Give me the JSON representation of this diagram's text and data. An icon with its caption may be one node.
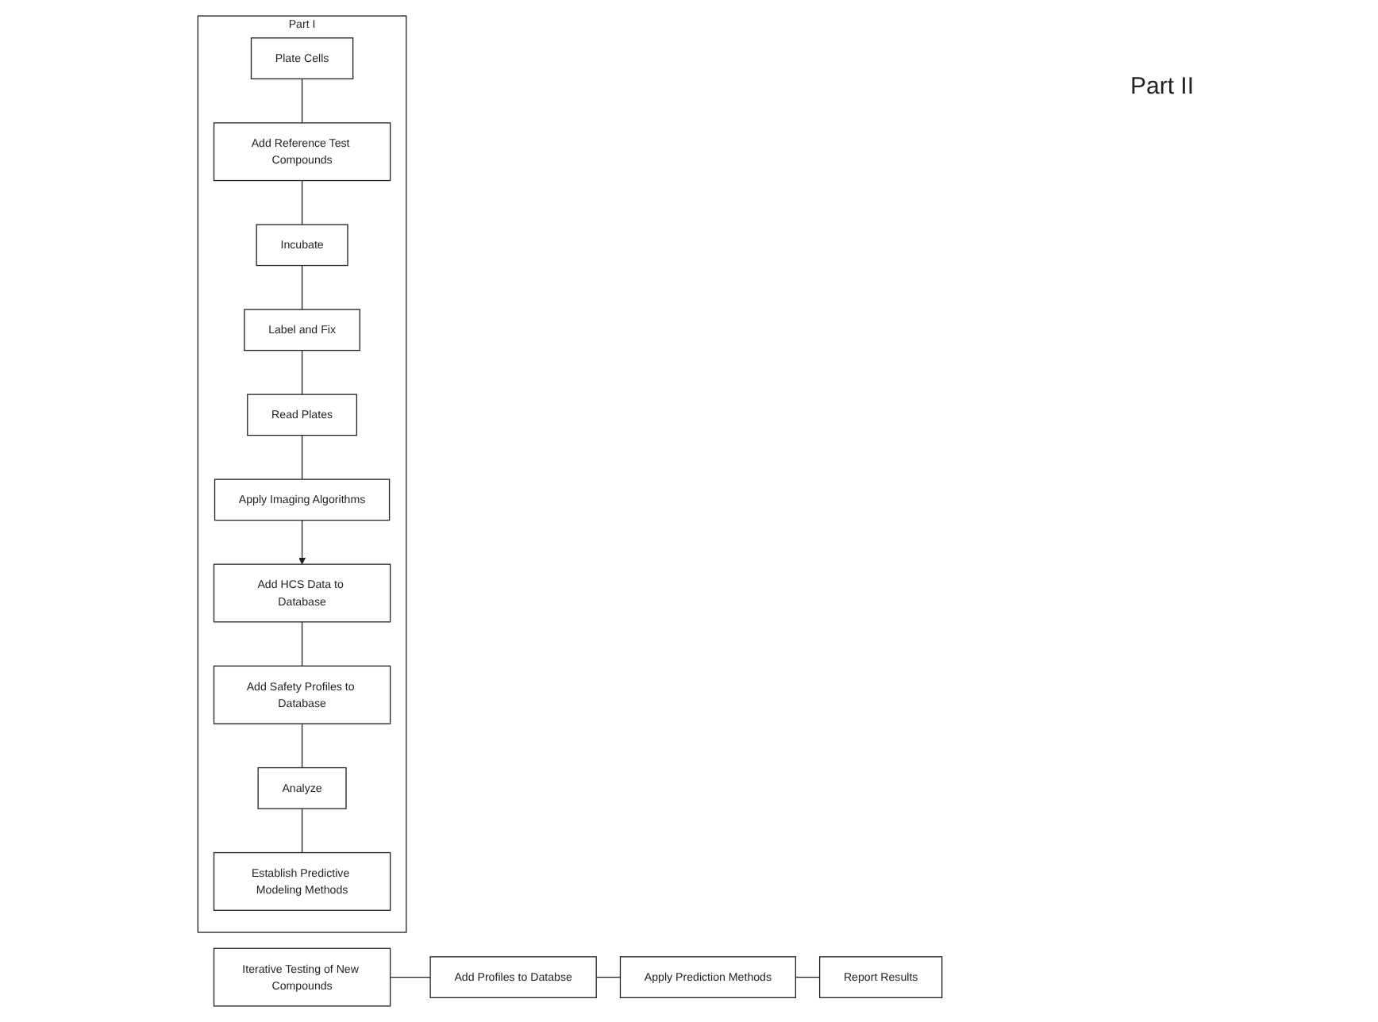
{
  "diagram": {
    "nodes": [
      {
        "text": [
          "Part I"
        ]
      },
      {
        "text": [
          "Plate Cells"
        ],
        "in": 0
      },
      {
        "text": [
          "Add Reference Test Compounds"
        ],
        "in": 0
      },
      {
        "text": [
          "Incubate"
        ],
        "in": 0
      },
      {
        "text": [
          "Label and Fix"
        ],
        "in": 0
      },
      {
        "text": [
          "Read Plates"
        ],
        "in": 0
      },
      {
        "text": [
          "Apply Imaging Algorithms"
        ],
        "in": 0
      },
      {
        "text": [
          "Add HCS Data to Database"
        ],
        "in": 0
      },
      {
        "text": [
          "Add Safety Profiles to Database"
        ],
        "in": 0
      },
      {
        "text": [
          "Analyze"
        ],
        "in": 0
      },
      {
        "text": [
          "Establish Predictive Modeling Methods"
        ],
        "in": 0
      },
      {
        "text": [
          "Iterative Testing of New Compounds"
        ]
      },
      {
        "text": [
          "Add Profiles to Databse"
        ]
      },
      {
        "text": [
          "Apply Prediction Methods"
        ]
      },
      {
        "text": [
          "Report Results"
        ]
      }
    ],
    "edges": [
      {
        "from": 1,
        "to": 2,
        "arrow": "none"
      },
      {
        "from": 2,
        "to": 3,
        "arrow": "none"
      },
      {
        "from": 3,
        "to": 4,
        "arrow": "none"
      },
      {
        "from": 4,
        "to": 5,
        "arrow": "none"
      },
      {
        "from": 5,
        "to": 6,
        "arrow": "none"
      },
      {
        "from": 6,
        "to": 7,
        "arrow": "to"
      },
      {
        "from": 7,
        "to": 8,
        "arrow": "none"
      },
      {
        "from": 8,
        "to": 9,
        "arrow": "none"
      },
      {
        "from": 9,
        "to": 10,
        "arrow": "none"
      },
      {
        "from": 11,
        "to": 12,
        "arrow": "none"
      },
      {
        "from": 12,
        "to": 13,
        "arrow": "none"
      },
      {
        "from": 13,
        "to": 14,
        "arrow": "none"
      }
    ],
    "labels": [
      "Part II"
    ]
  }
}
